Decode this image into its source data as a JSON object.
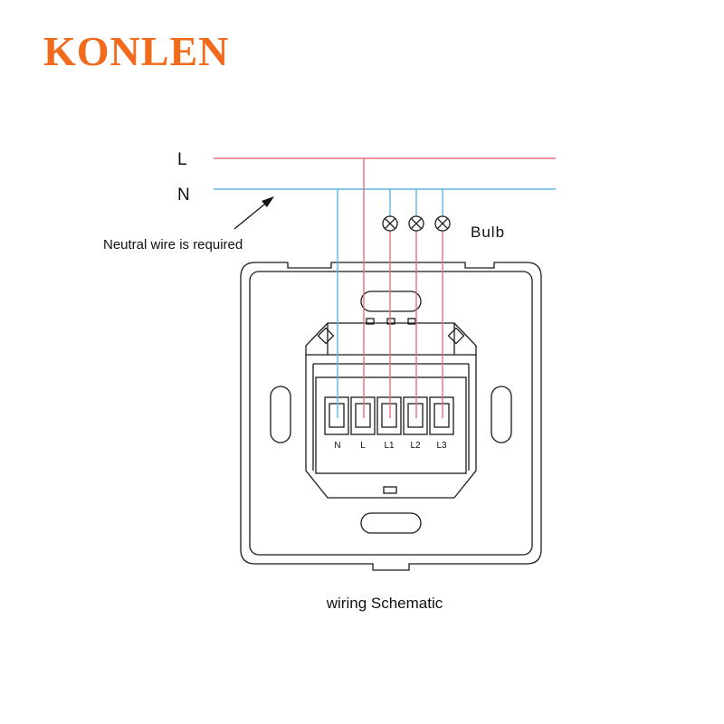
{
  "brand": {
    "name": "KONLEN",
    "color": "#f26a1b"
  },
  "colors": {
    "live_wire": "#e8707a",
    "neutral_wire": "#5fb3e0",
    "outline": "#1a1a1a"
  },
  "lines": {
    "live_label": "L",
    "neutral_label": "N"
  },
  "annotations": {
    "neutral_note": "Neutral wire is required",
    "bulb_label": "Bulb"
  },
  "terminals": [
    "N",
    "L",
    "L1",
    "L2",
    "L3"
  ],
  "caption": "wiring Schematic"
}
